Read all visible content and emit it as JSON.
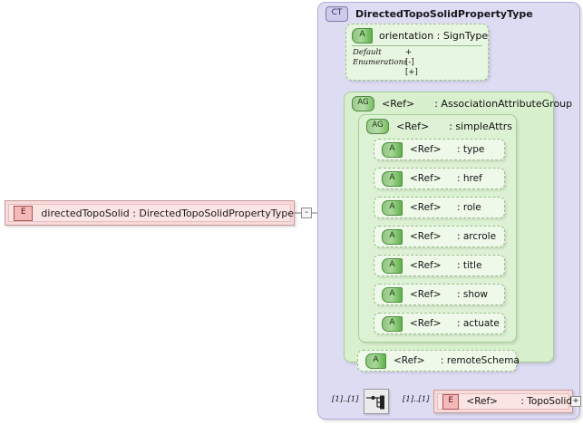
{
  "diagram": {
    "kind": "xsd-schema-diagram",
    "root_element": {
      "badge": "E",
      "badge_name": "element-badge",
      "label": "directedTopoSolid  :  DirectedTopoSolidPropertyType",
      "toggle": "-"
    },
    "complex_type": {
      "badge": "CT",
      "title": "DirectedTopoSolidPropertyType"
    },
    "orientation_attribute": {
      "badge": "A",
      "title": "orientation  :  SignType",
      "facets": [
        {
          "key": "Default",
          "value": "+"
        },
        {
          "key": "Enumerations",
          "value": "[-]"
        },
        {
          "key": "",
          "value": "[+]"
        }
      ]
    },
    "attribute_group_outer": {
      "badge": "AG",
      "ref": "<Ref>",
      "name": ": AssociationAttributeGroup"
    },
    "attribute_group_inner": {
      "badge": "AG",
      "ref": "<Ref>",
      "name": ": simpleAttrs"
    },
    "attributes": [
      {
        "badge": "A",
        "ref": "<Ref>",
        "name": ": type"
      },
      {
        "badge": "A",
        "ref": "<Ref>",
        "name": ": href"
      },
      {
        "badge": "A",
        "ref": "<Ref>",
        "name": ": role"
      },
      {
        "badge": "A",
        "ref": "<Ref>",
        "name": ": arcrole"
      },
      {
        "badge": "A",
        "ref": "<Ref>",
        "name": ": title"
      },
      {
        "badge": "A",
        "ref": "<Ref>",
        "name": ": show"
      },
      {
        "badge": "A",
        "ref": "<Ref>",
        "name": ": actuate"
      }
    ],
    "remote_schema_attribute": {
      "badge": "A",
      "ref": "<Ref>",
      "name": ": remoteSchema"
    },
    "compositor": {
      "type": "sequence",
      "icon": "sequence-icon"
    },
    "cardinality_left": "[1]..[1]",
    "cardinality_right": "[1]..[1]",
    "child_element": {
      "badge": "E",
      "ref": "<Ref>",
      "name": ": TopoSolid",
      "toggle": "+"
    },
    "colors": {
      "complex_type_fill": "#dedcf3",
      "attribute_group_fill": "#d9f0cf",
      "attribute_fill": "#eef9e9",
      "element_fill": "#f9dada",
      "connector_line": "#7a7a9a"
    }
  }
}
